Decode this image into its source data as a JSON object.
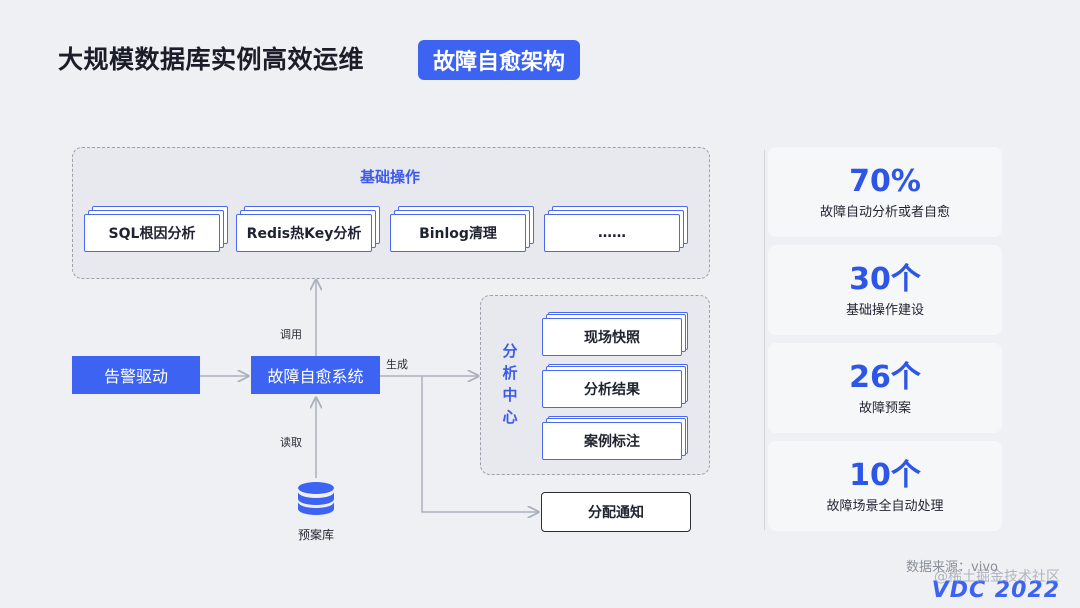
{
  "header": {
    "title": "大规模数据库实例高效运维",
    "badge": "故障自愈架构"
  },
  "basic_ops": {
    "title": "基础操作",
    "items": [
      "SQL根因分析",
      "Redis热Key分析",
      "Binlog清理",
      "……"
    ]
  },
  "flow": {
    "alert": "告警驱动",
    "system": "故障自愈系统",
    "invoke_label": "调用",
    "generate_label": "生成",
    "read_label": "读取",
    "db_label": "预案库",
    "notify": "分配通知"
  },
  "analysis_center": {
    "title_chars": [
      "分",
      "析",
      "中",
      "心"
    ],
    "items": [
      "现场快照",
      "分析结果",
      "案例标注"
    ]
  },
  "stats": [
    {
      "value": "70%",
      "label": "故障自动分析或者自愈"
    },
    {
      "value": "30个",
      "label": "基础操作建设"
    },
    {
      "value": "26个",
      "label": "故障预案"
    },
    {
      "value": "10个",
      "label": "故障场景全自动处理"
    }
  ],
  "footer": {
    "source": "数据来源：vivo",
    "watermark": "@稀土掘金技术社区",
    "logo": "VDC 2022"
  },
  "colors": {
    "accent": "#3d63f2",
    "stat_value": "#2d55e6",
    "background": "#eef0f4"
  }
}
